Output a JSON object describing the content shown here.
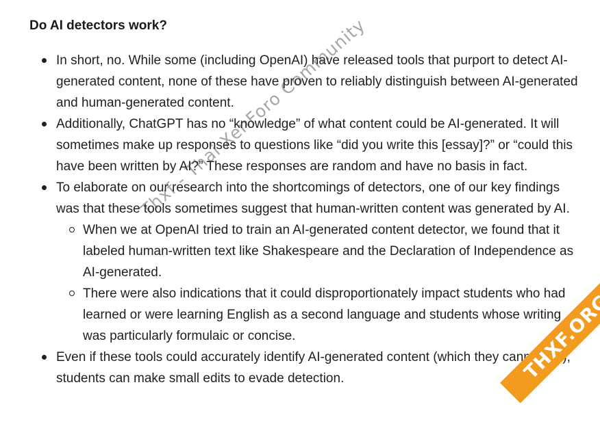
{
  "document": {
    "heading": "Do AI detectors work?",
    "items": [
      {
        "text": "In short, no. While some (including OpenAI) have released tools that purport to detect AI-generated content, none of these have proven to reliably distinguish between AI-generated and human-generated content."
      },
      {
        "text": "Additionally, ChatGPT has no “knowledge” of what content could be AI-generated. It will sometimes make up responses to questions like “did you write this [essay]?” or “could this have been written by AI?” These responses are random and have no basis in fact."
      },
      {
        "text": "To elaborate on our research into the shortcomings of detectors, one of our key findings was that these tools sometimes suggest that human-written content was generated by AI.",
        "subitems": [
          {
            "text": "When we at OpenAI tried to train an AI-generated content detector, we found that it labeled human-written text like Shakespeare and the Declaration of Independence as AI-generated."
          },
          {
            "text": "There were also indications that it could disproportionately impact students who had learned or were learning English as a second language and students whose writing was particularly formulaic or concise."
          }
        ]
      },
      {
        "text": "Even if these tools could accurately identify AI-generated content (which they cannot yet), students can make small edits to evade detection."
      }
    ]
  },
  "watermark": {
    "text": "Thxf - Thai XenForo Community"
  },
  "badge": {
    "text": "THXF.ORG",
    "color": "#f39b1e"
  }
}
